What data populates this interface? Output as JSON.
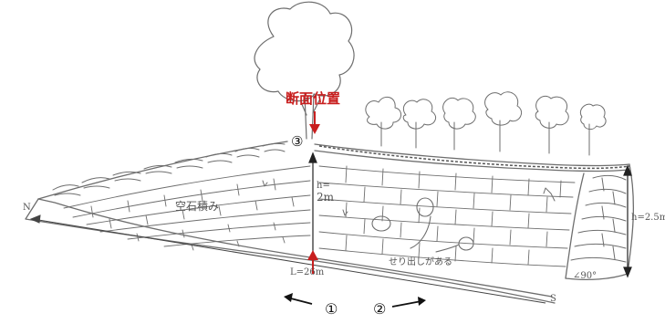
{
  "labels": {
    "section_position": "断面位置",
    "marker_3": "③",
    "height_center_line1": "h=",
    "height_center_line2": "2m",
    "height_right": "h=2.5m",
    "length": "L=26m",
    "wall_label": "空石積み",
    "north": "N",
    "south": "S",
    "bulge_note": "せり出しがある",
    "angle": "∠90°",
    "view_1": "①",
    "view_2": "②"
  },
  "colors": {
    "accent_red": "#c81e1e",
    "pencil": "#6e6e6e",
    "ink": "#111111"
  }
}
